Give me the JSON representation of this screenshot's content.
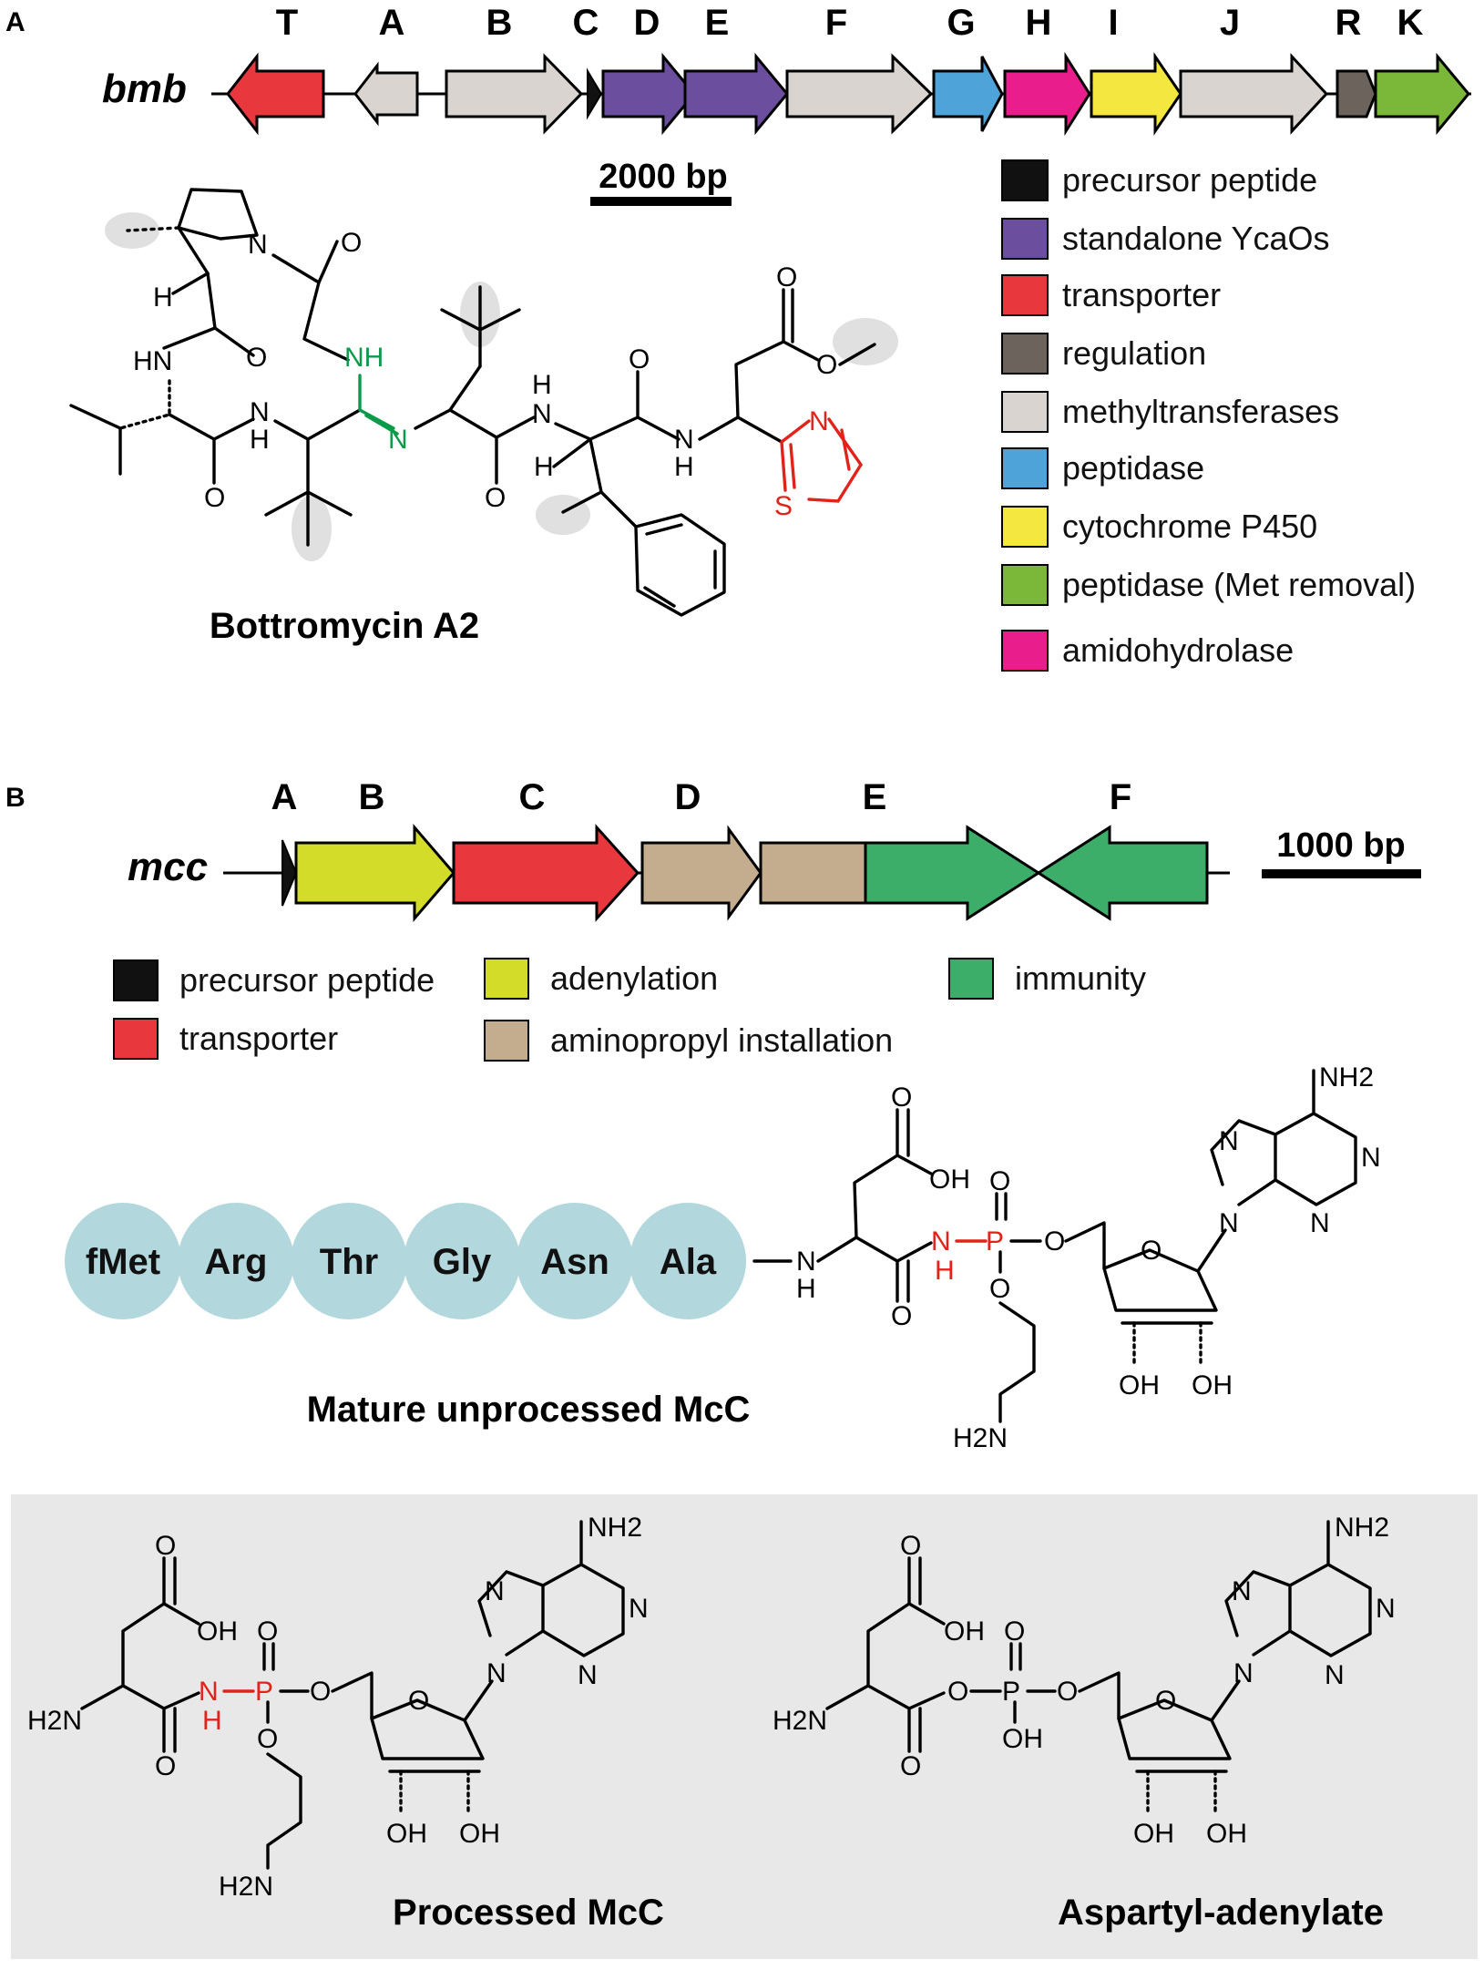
{
  "panelA": {
    "label": "A",
    "cluster": "bmb",
    "scale": "2000 bp",
    "genes": [
      {
        "letter": "T",
        "color": "#e8383d",
        "dir": "left"
      },
      {
        "letter": "A",
        "color": "#d9d4cf",
        "dir": "left"
      },
      {
        "letter": "B",
        "color": "#d9d4cf",
        "dir": "right"
      },
      {
        "letter": "C",
        "color": "#111111",
        "dir": "right"
      },
      {
        "letter": "D",
        "color": "#6b4f9e",
        "dir": "right"
      },
      {
        "letter": "E",
        "color": "#6b4f9e",
        "dir": "right"
      },
      {
        "letter": "F",
        "color": "#d9d4cf",
        "dir": "right"
      },
      {
        "letter": "G",
        "color": "#4ea3d8",
        "dir": "right"
      },
      {
        "letter": "H",
        "color": "#e91e8c",
        "dir": "right"
      },
      {
        "letter": "I",
        "color": "#f4e840",
        "dir": "right"
      },
      {
        "letter": "J",
        "color": "#d9d4cf",
        "dir": "right"
      },
      {
        "letter": "R",
        "color": "#6b635c",
        "dir": "right"
      },
      {
        "letter": "K",
        "color": "#7bb83a",
        "dir": "right"
      }
    ],
    "legend": [
      {
        "label": "precursor peptide",
        "color": "#111111"
      },
      {
        "label": "standalone YcaOs",
        "color": "#6b4f9e"
      },
      {
        "label": "transporter",
        "color": "#e8383d"
      },
      {
        "label": "regulation",
        "color": "#6b635c"
      },
      {
        "label": "methyltransferases",
        "color": "#d9d4cf"
      },
      {
        "label": "peptidase",
        "color": "#4ea3d8"
      },
      {
        "label": "cytochrome P450",
        "color": "#f4e840"
      },
      {
        "label": "peptidase (Met removal)",
        "color": "#7bb83a"
      },
      {
        "label": "amidohydrolase",
        "color": "#e91e8c"
      }
    ],
    "compound": "Bottromycin A2"
  },
  "panelB": {
    "label": "B",
    "cluster": "mcc",
    "scale": "1000 bp",
    "genes": [
      {
        "letter": "A",
        "color": "#111111"
      },
      {
        "letter": "B",
        "color": "#d4dc2a"
      },
      {
        "letter": "C",
        "color": "#e8383d"
      },
      {
        "letter": "D",
        "color": "#c4ad8e"
      },
      {
        "letter": "E",
        "color": "#3dae6a"
      },
      {
        "letter": "F",
        "color": "#3dae6a"
      }
    ],
    "legend": [
      {
        "label": "precursor peptide",
        "color": "#111111"
      },
      {
        "label": "transporter",
        "color": "#e8383d"
      },
      {
        "label": "adenylation",
        "color": "#d4dc2a"
      },
      {
        "label": "aminopropyl installation",
        "color": "#c4ad8e"
      },
      {
        "label": "immunity",
        "color": "#3dae6a"
      }
    ],
    "peptide": [
      "fMet",
      "Arg",
      "Thr",
      "Gly",
      "Asn",
      "Ala"
    ],
    "peptide_color": "#b2d8de",
    "compound": "Mature unprocessed McC",
    "box_compounds": [
      "Processed McC",
      "Aspartyl-adenylate"
    ],
    "box_color": "#e8e8e8"
  },
  "atoms": {
    "O": "O",
    "N": "N",
    "S": "S",
    "P": "P",
    "H": "H",
    "NH": "NH",
    "HN": "HN",
    "OH": "OH",
    "H2N": "H2N",
    "NH2": "NH2"
  }
}
